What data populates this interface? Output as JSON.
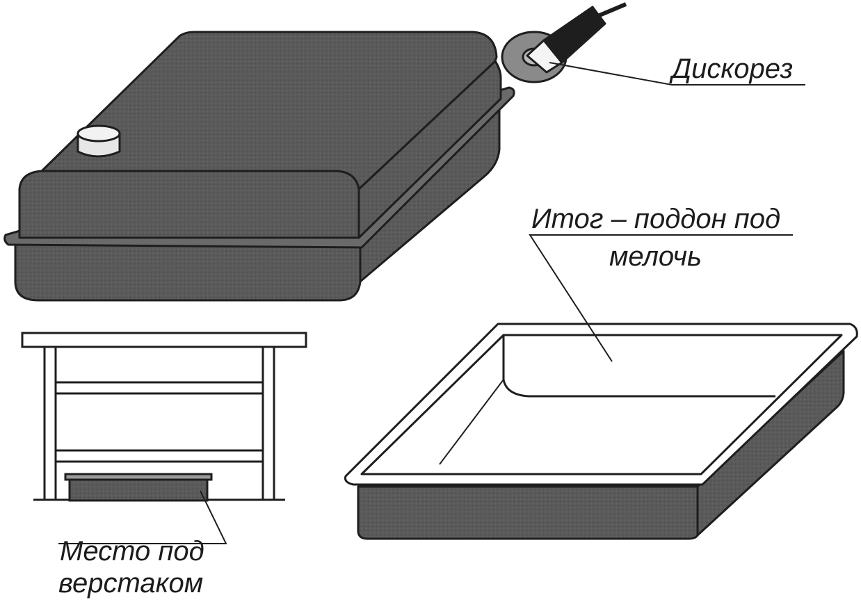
{
  "labels": {
    "disc_cutter": "Дискорез",
    "result_line1": "Итог – поддон под",
    "result_line2": "мелочь",
    "place_line1": "Место под",
    "place_line2": "верстаком"
  },
  "colors": {
    "metal_fill": "#5a5a5a",
    "outline": "#1e1e1e",
    "paper": "#ffffff",
    "cutter_disc": "#8a8a8a"
  }
}
